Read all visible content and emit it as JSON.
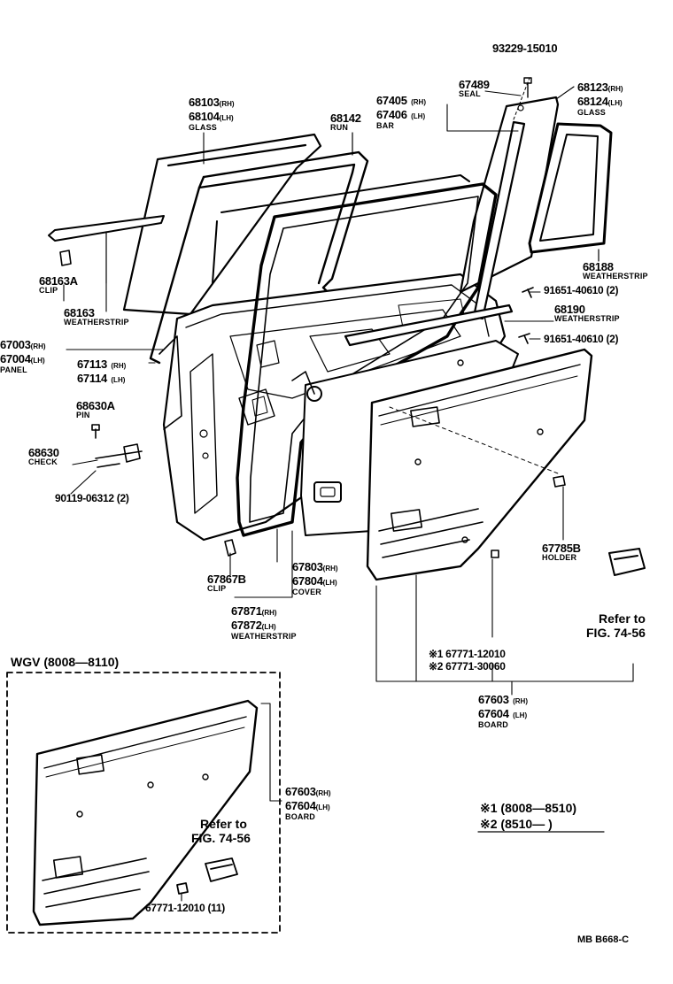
{
  "parts": {
    "p93229": {
      "num": "93229-15010"
    },
    "p67489": {
      "num": "67489",
      "name": "SEAL"
    },
    "p68123": {
      "num1": "68123",
      "sfx1": "(RH)",
      "num2": "68124",
      "sfx2": "(LH)",
      "name": "GLASS"
    },
    "p68103": {
      "num1": "68103",
      "sfx1": "(RH)",
      "num2": "68104",
      "sfx2": "(LH)",
      "name": "GLASS"
    },
    "p68142": {
      "num": "68142",
      "name": "RUN"
    },
    "p67405": {
      "num1": "67405",
      "sfx1": "(RH)",
      "num2": "67406",
      "sfx2": "(LH)",
      "name": "BAR"
    },
    "p68163A": {
      "num": "68163A",
      "name": "CLIP"
    },
    "p68163": {
      "num": "68163",
      "name": "WEATHERSTRIP"
    },
    "p68188": {
      "num": "68188",
      "name": "WEATHERSTRIP"
    },
    "p91651a": {
      "num": "91651-40610 (2)"
    },
    "p68190": {
      "num": "68190",
      "name": "WEATHERSTRIP"
    },
    "p91651b": {
      "num": "91651-40610 (2)"
    },
    "p67003": {
      "num1": "67003",
      "sfx1": "(RH)",
      "num2": "67004",
      "sfx2": "(LH)",
      "name": "PANEL"
    },
    "p67113": {
      "num1": "67113",
      "sfx1": "(RH)",
      "num2": "67114",
      "sfx2": "(LH)"
    },
    "p68630A": {
      "num": "68630A",
      "name": "PIN"
    },
    "p68630": {
      "num": "68630",
      "name": "CHECK"
    },
    "p90119": {
      "num": "90119-06312 (2)"
    },
    "p67867B": {
      "num": "67867B",
      "name": "CLIP"
    },
    "p67803": {
      "num1": "67803",
      "sfx1": "(RH)",
      "num2": "67804",
      "sfx2": "(LH)",
      "name": "COVER"
    },
    "p67871": {
      "num1": "67871",
      "sfx1": "(RH)",
      "num2": "67872",
      "sfx2": "(LH)",
      "name": "WEATHERSTRIP"
    },
    "p67785B": {
      "num": "67785B",
      "name": "HOLDER"
    },
    "refer1": {
      "line1": "Refer to",
      "line2": "FIG. 74-56"
    },
    "p67771": {
      "line1": "※1 67771-12010",
      "line2": "※2 67771-30060"
    },
    "p67603": {
      "num1": "67603",
      "sfx1": "(RH)",
      "num2": "67604",
      "sfx2": "(LH)",
      "name": "BOARD"
    }
  },
  "wgv": {
    "title": "WGV  (8008—8110)",
    "p67603": {
      "num1": "67603",
      "sfx1": "(RH)",
      "num2": "67604",
      "sfx2": "(LH)",
      "name": "BOARD"
    },
    "refer": {
      "line1": "Refer to",
      "line2": "FIG. 74-56"
    },
    "p67771": {
      "num": "67771-12010 (11)"
    }
  },
  "notes": {
    "note1": "※1 (8008—8510)",
    "note2": "※2 (8510—        )"
  },
  "code": "MB  B668-C"
}
